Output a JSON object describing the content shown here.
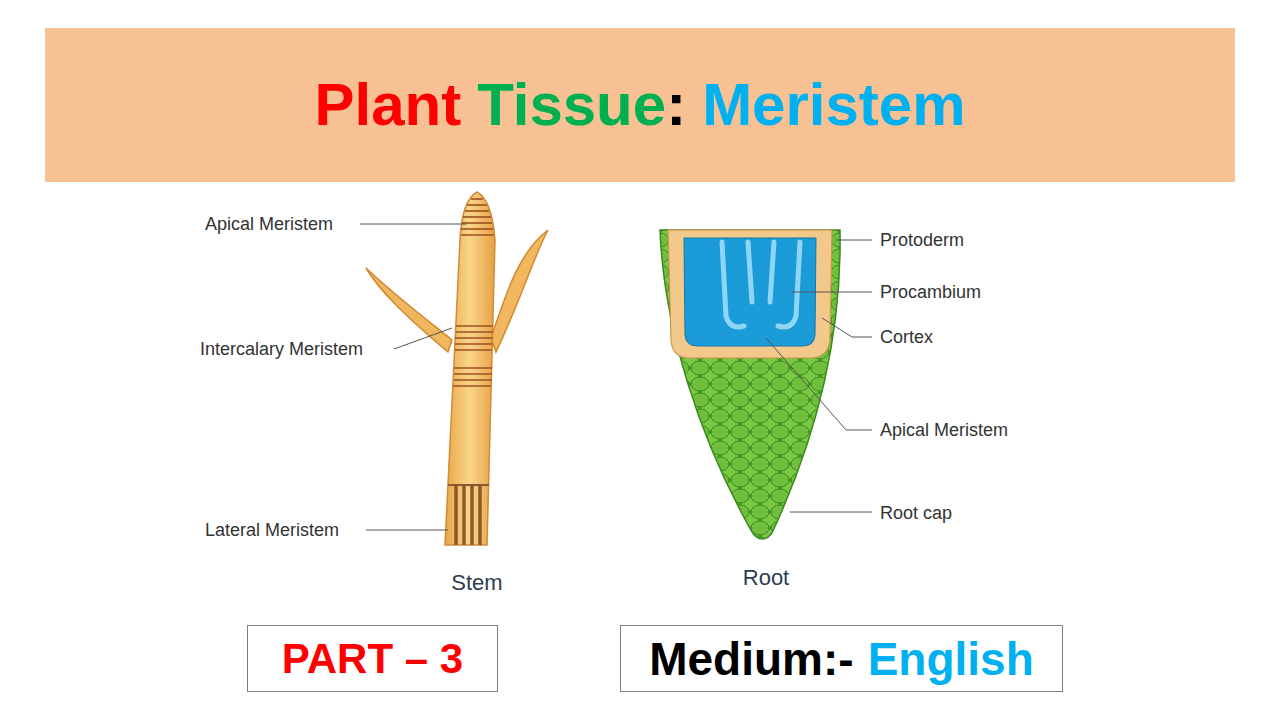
{
  "diagram": {
    "nodes": [
      {
        "text": [
          "Plant",
          "Tissue",
          ":",
          "Meristem"
        ]
      },
      {
        "text": [
          "PART – 3"
        ]
      },
      {
        "text": [
          "Medium:-",
          "English"
        ]
      }
    ],
    "labels": [
      "Apical Meristem",
      "Intercalary Meristem",
      "Lateral Meristem",
      "Stem",
      "Protoderm",
      "Procambium",
      "Cortex",
      "Apical Meristem",
      "Root cap",
      "Root"
    ]
  }
}
